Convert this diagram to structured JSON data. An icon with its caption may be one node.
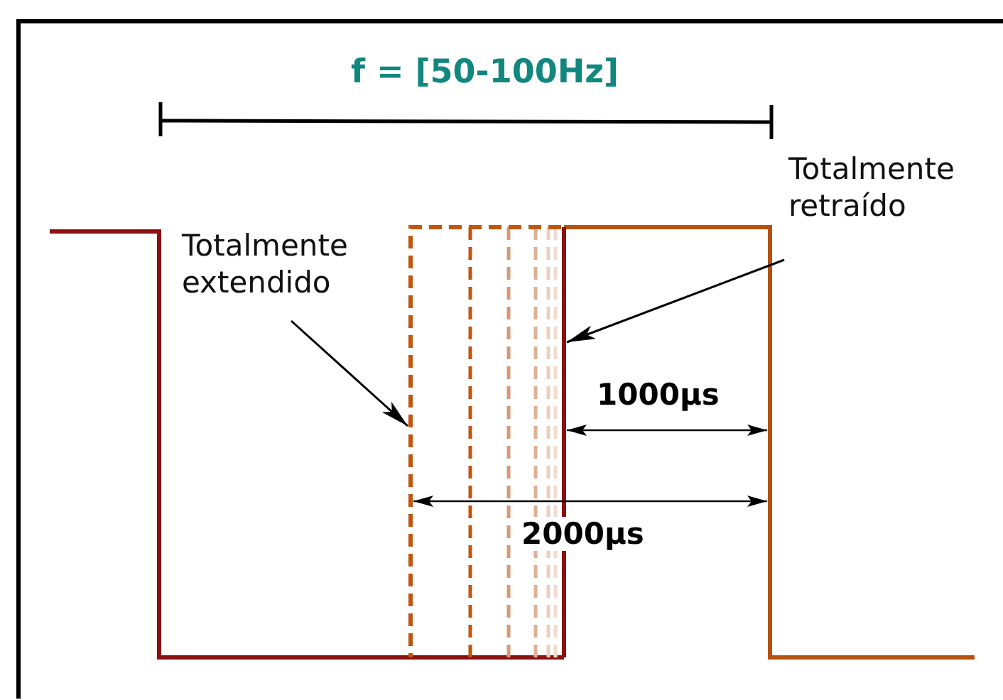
{
  "diagram": {
    "title": "f = [50-100Hz]",
    "nodes": [
      {
        "text": [
          "Totalmente extendido"
        ]
      },
      {
        "text": [],
        "shape": "line"
      },
      {
        "text": [
          "Totalmente retraído"
        ]
      },
      {
        "text": [],
        "shape": "line"
      }
    ],
    "edges": [
      {
        "from": 0,
        "to": 1,
        "arrow": "to"
      },
      {
        "from": 2,
        "to": 3,
        "arrow": "to"
      }
    ],
    "labels": [
      "1000µs",
      "2000µs"
    ]
  }
}
